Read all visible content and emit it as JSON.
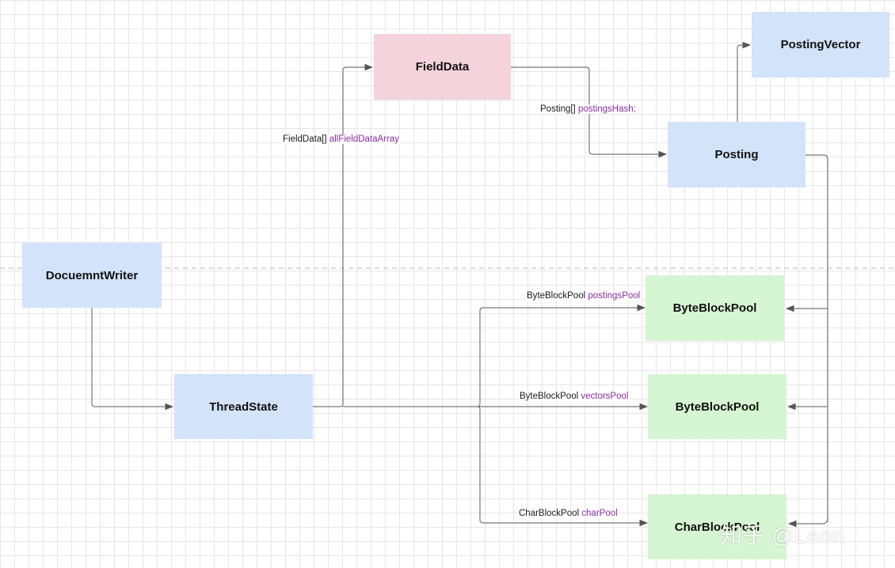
{
  "nodes": {
    "document_writer": "DocuemntWriter",
    "thread_state": "ThreadState",
    "field_data": "FieldData",
    "posting": "Posting",
    "posting_vector": "PostingVector",
    "byte_block_pool_1": "ByteBlockPool",
    "byte_block_pool_2": "ByteBlockPool",
    "char_block_pool": "CharBlockPool"
  },
  "edges": {
    "all_field_data_array": {
      "type": "FieldData[]",
      "name": "allFieldDataArray"
    },
    "postings_hash": {
      "type": "Posting[]",
      "name": "postingsHash;"
    },
    "postings_pool": {
      "type": "ByteBlockPool",
      "name": "postingsPool"
    },
    "vectors_pool": {
      "type": "ByteBlockPool",
      "name": "vectorsPool"
    },
    "char_pool": {
      "type": "CharBlockPool",
      "name": "charPool"
    }
  },
  "watermark": "知乎 @Leon",
  "colors": {
    "blue_node": "#d3e3fa",
    "pink_node": "#f4d3dc",
    "green_node": "#d6f5d2",
    "connector": "#777777",
    "variable_name": "#8a2da0"
  }
}
